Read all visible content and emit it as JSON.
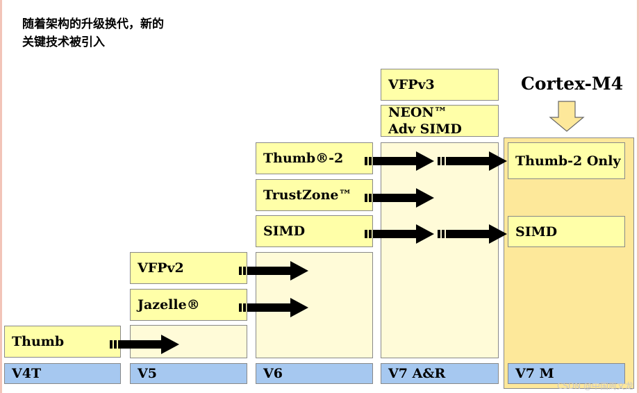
{
  "title": {
    "line1": "随着架构的升级换代，新的",
    "line2": "关键技术被引入"
  },
  "cortex_label": "Cortex-M4",
  "versions": [
    "V4T",
    "V5",
    "V6",
    "V7 A&R",
    "V7 M"
  ],
  "features": {
    "thumb": "Thumb",
    "vfpv2": "VFPv2",
    "jazelle": "Jazelle®",
    "thumb2": "Thumb®-2",
    "trustzone": "TrustZone™",
    "simd_v6": "SIMD",
    "vfpv3": "VFPv3",
    "neon_line1": "NEON™",
    "neon_line2": "Adv SIMD",
    "thumb2_only": "Thumb-2 Only",
    "simd_m": "SIMD"
  },
  "watermark": "CSDN @中国周文龙",
  "colors": {
    "feature_box": "#ffffa8",
    "column_bg": "#fffbd8",
    "version_bar": "#a6c8f0",
    "m4_panel": "#fde89a",
    "arrow": "#000000"
  }
}
